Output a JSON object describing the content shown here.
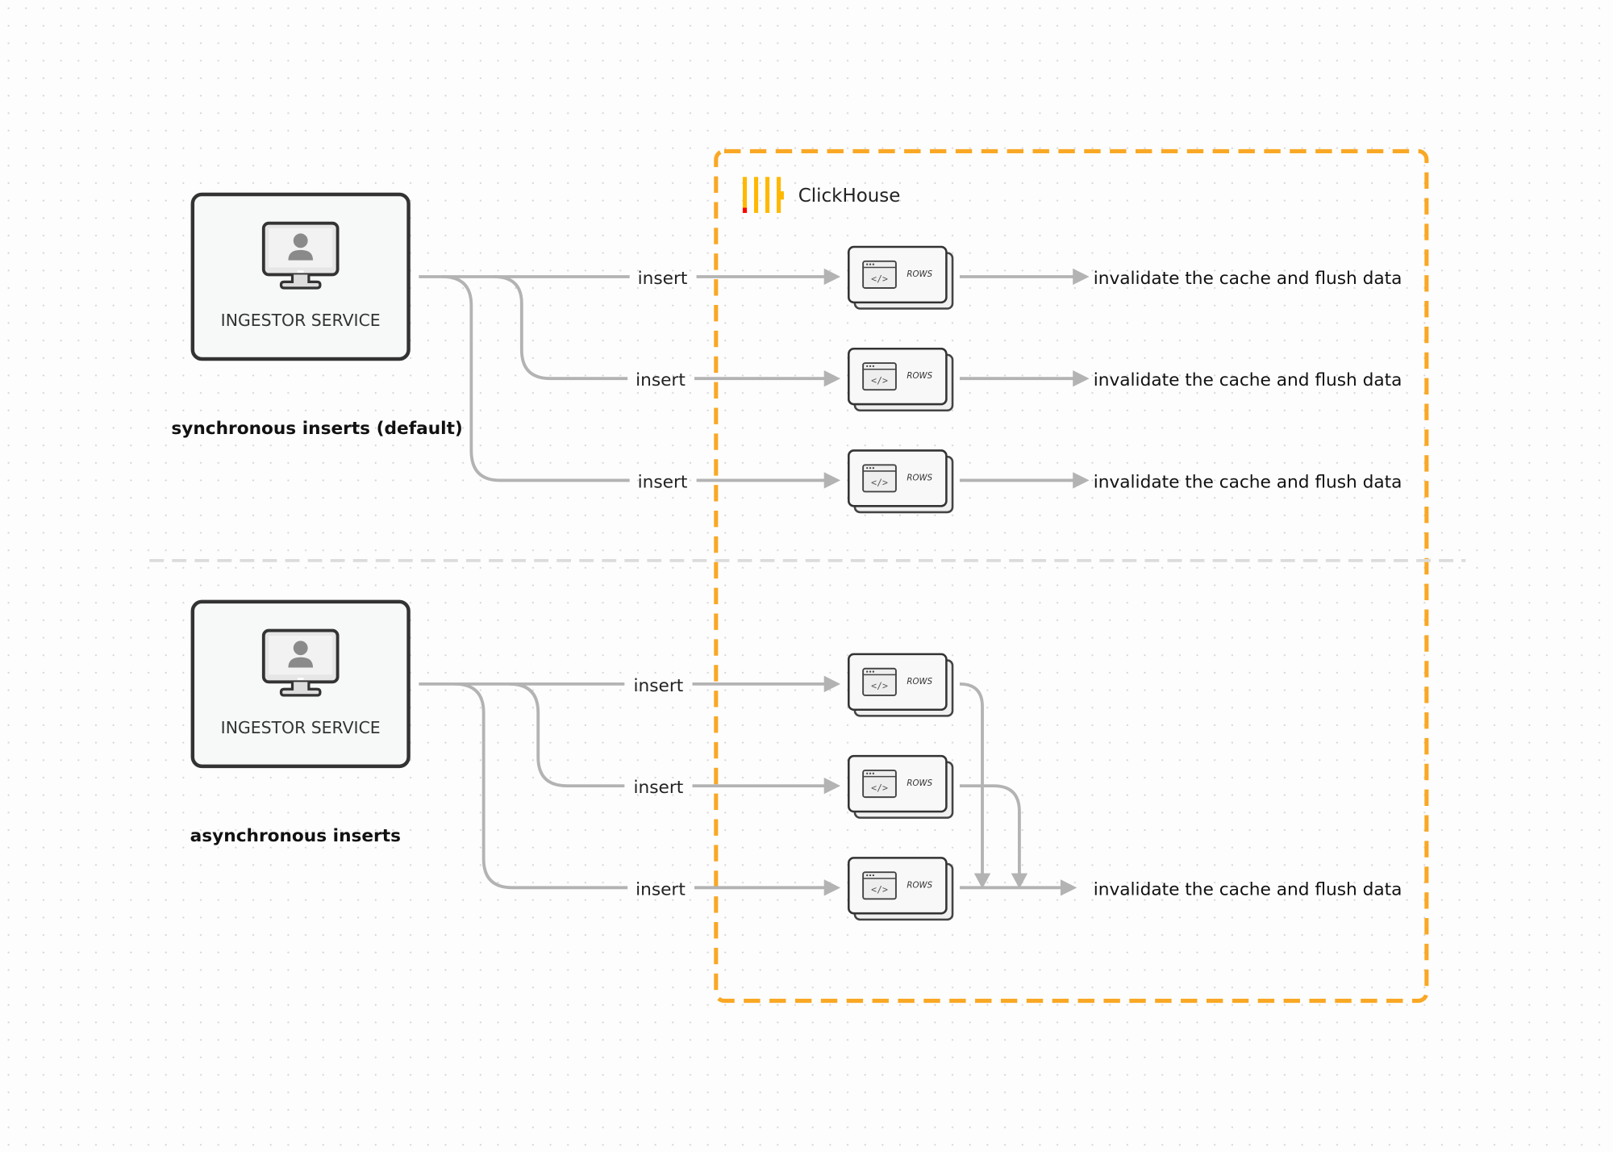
{
  "brand": {
    "name": "ClickHouse",
    "logo_colors": [
      "#FFB800",
      "#FF0000"
    ]
  },
  "container_color": "#F9A825",
  "sync": {
    "service_label": "INGESTOR SERVICE",
    "caption": "synchronous inserts (default)",
    "rows": [
      {
        "insert": "insert",
        "box": "ROWS",
        "result": "invalidate the cache and flush data"
      },
      {
        "insert": "insert",
        "box": "ROWS",
        "result": "invalidate the cache and flush data"
      },
      {
        "insert": "insert",
        "box": "ROWS",
        "result": "invalidate the cache and flush data"
      }
    ]
  },
  "async": {
    "service_label": "INGESTOR SERVICE",
    "caption": "asynchronous inserts",
    "rows": [
      {
        "insert": "insert",
        "box": "ROWS"
      },
      {
        "insert": "insert",
        "box": "ROWS"
      },
      {
        "insert": "insert",
        "box": "ROWS"
      }
    ],
    "result": "invalidate the cache and flush data"
  }
}
